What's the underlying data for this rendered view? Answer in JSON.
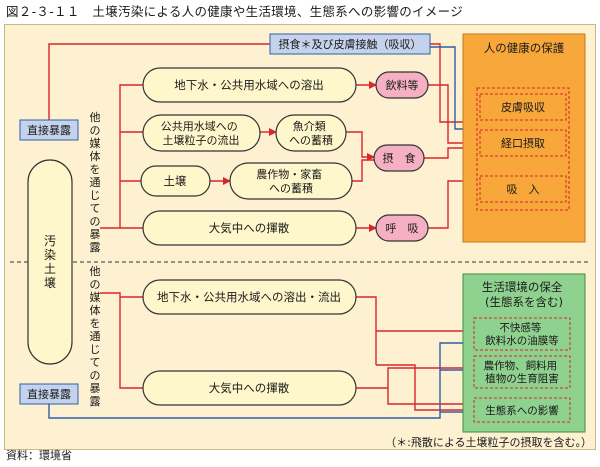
{
  "figure": {
    "title": "図２-３-１１　土壌汚染による人の健康や生活環境、生態系への影響のイメージ",
    "source": "資料：環境省",
    "footnote": "（＊:飛散による土壌粒子の摂取を含む。）"
  },
  "source_node": {
    "label": "汚染土壌"
  },
  "exposure": {
    "direct_top": "直接暴露",
    "direct_bottom": "直接暴露",
    "media_top": "他の媒体を通じての暴露",
    "media_bottom": "他の媒体を通じての暴露",
    "skin_contact": "摂食＊及び皮膚接触（吸収）"
  },
  "pathways": {
    "groundwater_dissolve": "地下水・公共用水域への溶出",
    "soil_particle_runoff": [
      "公共用水域への",
      "土壌粒子の流出"
    ],
    "soil": "土壌",
    "fish_accum": [
      "魚介類",
      "への蓄積"
    ],
    "crop_accum": [
      "農作物・家畜",
      "への蓄積"
    ],
    "air_dispersion": "大気中への揮散",
    "groundwater_runoff": "地下水・公共用水域への溶出・流出",
    "air_dispersion_env": "大気中への揮散"
  },
  "intake": {
    "drinking": "飲料等",
    "ingestion": "摂　食",
    "breathing": "呼　吸"
  },
  "human_health": {
    "header": "人の健康の保護",
    "routes": [
      "皮膚吸収",
      "経口摂取",
      "吸　入"
    ]
  },
  "living_env": {
    "header": [
      "生活環境の保全",
      "(生態系を含む)"
    ],
    "impacts": [
      [
        "不快感等",
        "飲料水の油膜等"
      ],
      [
        "農作物、飼料用",
        "植物の生育阻害"
      ],
      [
        "生態系への影響"
      ]
    ]
  },
  "colors": {
    "arrow": "#d8262d",
    "arrow_blue": "#2f5ea8",
    "panel_bg": "#fdf1d2",
    "orange_box": "#f8a73a",
    "green_box": "#8fd18f",
    "pink_intake": "#f5b1c3",
    "direct_box": "#c5d2ec",
    "pill_fill": "#fff7cc",
    "dashed_red": "#d8262d"
  }
}
